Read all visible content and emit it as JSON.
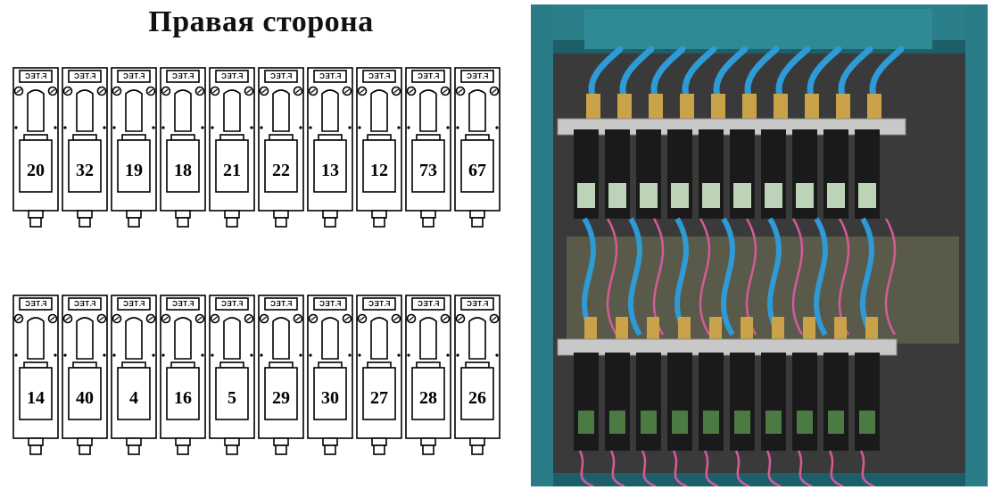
{
  "title": "Правая сторона",
  "module_label": "F.TEC",
  "colors": {
    "panel": "#2b7f8a",
    "valve_body": "#1a1a1a",
    "tube": "#2e9ad6",
    "wire": "#d65a9a",
    "brass": "#c9a24a"
  },
  "top_row": [
    {
      "number": "20"
    },
    {
      "number": "32"
    },
    {
      "number": "19"
    },
    {
      "number": "18"
    },
    {
      "number": "21"
    },
    {
      "number": "22"
    },
    {
      "number": "13"
    },
    {
      "number": "12"
    },
    {
      "number": "73"
    },
    {
      "number": "67"
    }
  ],
  "bottom_row": [
    {
      "number": "14"
    },
    {
      "number": "40"
    },
    {
      "number": "4"
    },
    {
      "number": "16"
    },
    {
      "number": "5"
    },
    {
      "number": "29"
    },
    {
      "number": "30"
    },
    {
      "number": "27"
    },
    {
      "number": "28"
    },
    {
      "number": "26"
    }
  ]
}
